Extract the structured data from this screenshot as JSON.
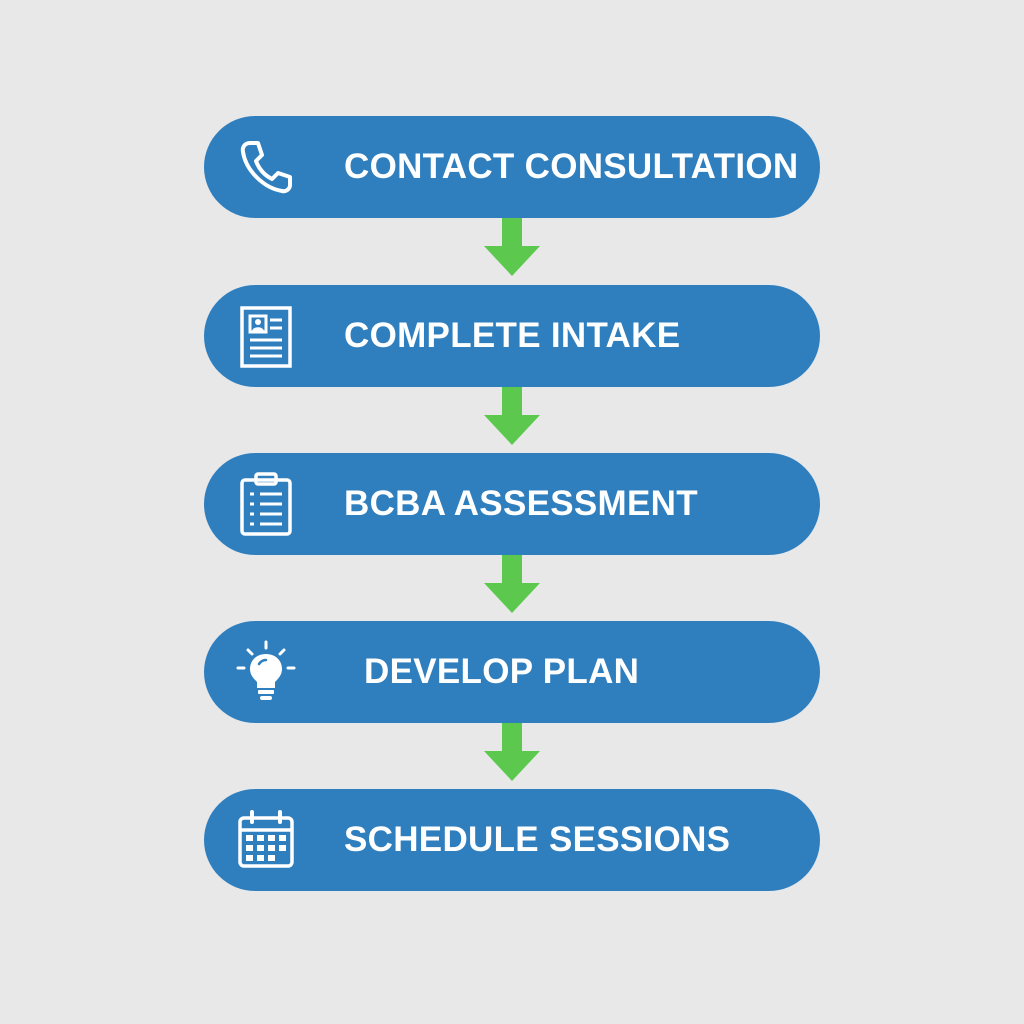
{
  "flow": {
    "steps": [
      {
        "label": "CONTACT CONSULTATION",
        "icon": "phone-icon"
      },
      {
        "label": "COMPLETE INTAKE",
        "icon": "intake-form-icon"
      },
      {
        "label": "BCBA ASSESSMENT",
        "icon": "clipboard-checklist-icon"
      },
      {
        "label": "DEVELOP PLAN",
        "icon": "lightbulb-icon"
      },
      {
        "label": "SCHEDULE SESSIONS",
        "icon": "calendar-icon"
      }
    ],
    "colors": {
      "background": "#e8e8e8",
      "step_fill": "#2f7fbf",
      "step_text": "#ffffff",
      "arrow": "#5cc94e"
    }
  }
}
